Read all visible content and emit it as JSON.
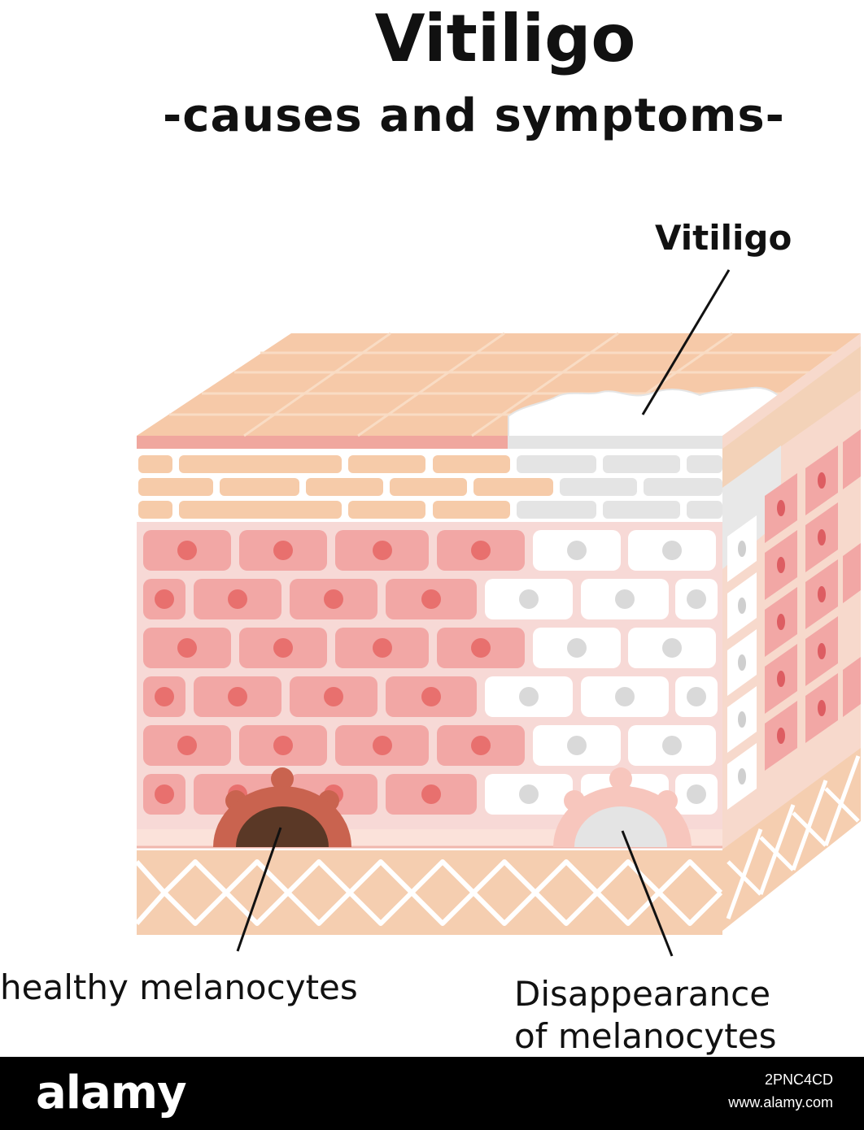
{
  "header": {
    "title": "Vitiligo",
    "subtitle": "-causes and symptoms-"
  },
  "labels": {
    "vitiligo": "Vitiligo",
    "healthy": "healthy melanocytes",
    "disappearance_line1": "Disappearance",
    "disappearance_line2": "of melanocytes"
  },
  "colors": {
    "skin_top": "#f6c9a8",
    "epidermis_pink": "#f2b3ae",
    "nucleus_red": "#e8706e",
    "depigmented": "#f0f0f0",
    "dermis": "#f5ceb0",
    "melanocyte_healthy": "#c9634f",
    "melanocyte_core": "#5a3826",
    "melanocyte_faded": "#f7c6bd"
  },
  "watermark": {
    "brand": "alamy",
    "image_id": "2PNC4CD",
    "url": "www.alamy.com"
  }
}
